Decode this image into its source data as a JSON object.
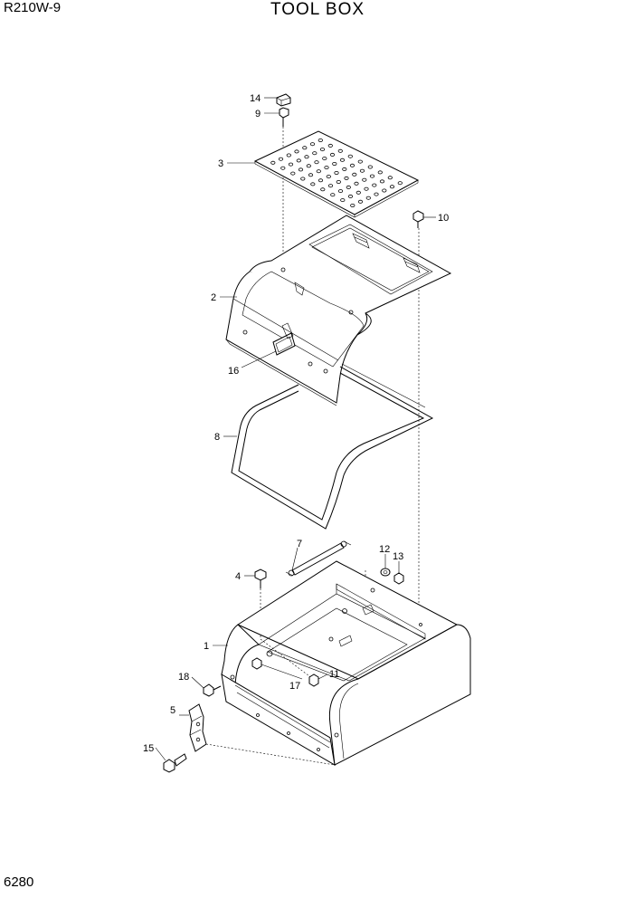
{
  "header": {
    "model": "R210W-9",
    "title": "TOOL BOX"
  },
  "footer": {
    "page_number": "6280"
  },
  "callouts": {
    "c1": "1",
    "c2": "2",
    "c3": "3",
    "c4": "4",
    "c5": "5",
    "c7": "7",
    "c8": "8",
    "c9": "9",
    "c10": "10",
    "c11": "11",
    "c12": "12",
    "c13": "13",
    "c14": "14",
    "c15": "15",
    "c16": "16",
    "c17": "17",
    "c18": "18"
  }
}
